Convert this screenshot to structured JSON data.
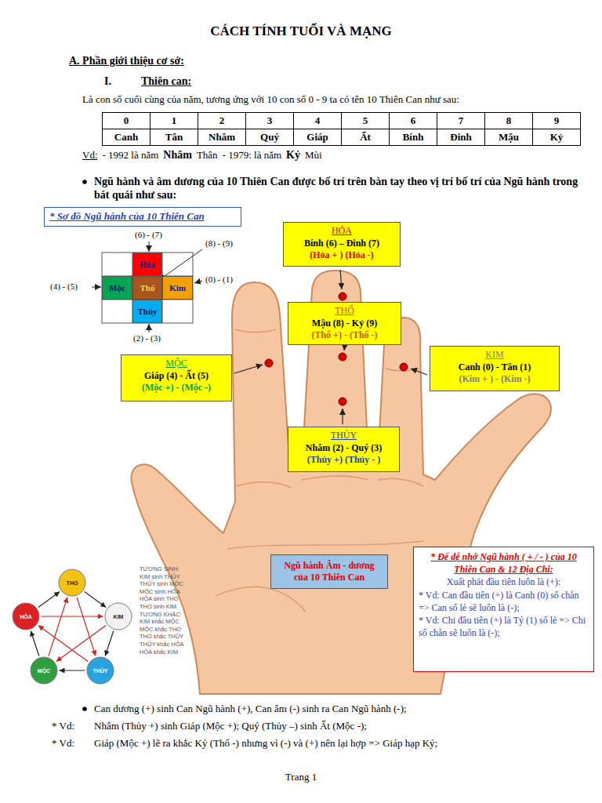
{
  "diagram": {
    "title": "CÁCH TÍNH TUỔI VÀ MẠNG",
    "nodes": [
      {
        "text": [
          "* Sơ đồ Ngũ hành của 10 Thiên Can"
        ]
      },
      {
        "text": [
          "Hỏa"
        ]
      },
      {
        "text": [
          "Mộc"
        ]
      },
      {
        "text": [
          "Thổ"
        ]
      },
      {
        "text": [
          "Kim"
        ]
      },
      {
        "text": [
          "Thủy"
        ]
      },
      {
        "text": [
          "HỎA",
          "Bính (6) – Đinh (7)",
          "(Hỏa + ) (Hỏa -)"
        ]
      },
      {
        "text": [
          "THỔ",
          "Mậu (8) - Kỷ (9)",
          "(Thổ +) - (Thổ -)"
        ]
      },
      {
        "text": [
          "MỘC",
          "Giáp (4) - Ất (5)",
          "(Mộc +) - (Mộc -)"
        ]
      },
      {
        "text": [
          "KIM",
          "Canh (0) - Tân (1)",
          "(Kim + ) - (Kim -)"
        ]
      },
      {
        "text": [
          "THỦY",
          "Nhâm (2) - Quý (3)",
          "(Thủy +) (Thủy - )"
        ]
      },
      {
        "text": [
          "Ngũ hành Âm - dương của 10 Thiên Can"
        ]
      },
      {
        "text": [
          "* Để dễ nhớ Ngũ hành ( + / - ) của 10 Thiên Can & 12 Địa Chi:",
          "Xuất phát đầu tiên luôn là (+):",
          "* Vd: Can đầu tiên (+) là Canh (0) số chẵn => Can số lẻ sẽ luôn là (-);",
          "* Vd: Chi đầu tiên (+) là Tý (1) số lẻ => Chi số chẵn sẽ luôn là (-);"
        ]
      },
      {
        "text": [
          "THỔ"
        ]
      },
      {
        "text": [
          "HỎA"
        ]
      },
      {
        "text": [
          "KIM"
        ]
      },
      {
        "text": [
          "MỘC"
        ]
      },
      {
        "text": [
          "THỦY"
        ]
      }
    ],
    "edges": [
      {
        "from": 15,
        "to": 17,
        "arrow": "to"
      },
      {
        "from": 17,
        "to": 16,
        "arrow": "to"
      },
      {
        "from": 16,
        "to": 14,
        "arrow": "to"
      },
      {
        "from": 14,
        "to": 13,
        "arrow": "to"
      },
      {
        "from": 13,
        "to": 15,
        "arrow": "to"
      },
      {
        "from": 15,
        "to": 16,
        "arrow": "to"
      },
      {
        "from": 16,
        "to": 13,
        "arrow": "to"
      },
      {
        "from": 13,
        "to": 17,
        "arrow": "to"
      },
      {
        "from": 17,
        "to": 14,
        "arrow": "to"
      },
      {
        "from": 14,
        "to": 15,
        "arrow": "to"
      }
    ],
    "labels": [
      "A. Phần giới thiệu cơ sở:",
      "I.",
      "Thiên can:",
      "Là con số cuối cùng của năm, tương ứng với 10 con số 0 - 9 ta có tên 10 Thiên Can như sau:",
      "0",
      "1",
      "2",
      "3",
      "4",
      "5",
      "6",
      "7",
      "8",
      "9",
      "Canh",
      "Tân",
      "Nhâm",
      "Quý",
      "Giáp",
      "Ất",
      "Bính",
      "Đinh",
      "Mậu",
      "Kỷ",
      "Vd:",
      "- 1992 là năm",
      "Nhâm",
      "Thân",
      "- 1979: là năm",
      "Kỷ",
      "Mùi",
      "Ngũ hành và âm dương của 10 Thiên Can được bố trí trên bàn tay theo vị trí bố trí của Ngũ hành trong bát quái như sau:",
      "(6) - (7)",
      "(8) - (9)",
      "(4) - (5)",
      "(0) - (1)",
      "(2) - (3)",
      "TƯƠNG SINH:",
      "KIM sinh THỦY",
      "THỦY sinh MỘC",
      "MỘC sinh HỎA",
      "HỎA sinh THỔ",
      "THỔ sinh KIM",
      "TƯƠNG KHẮC:",
      "KIM khắc MỘC",
      "MỘC khắc THỔ",
      "THỔ khắc THỦY",
      "THỦY khắc HỎA",
      "HỎA khắc KIM",
      "Can dương (+) sinh Can Ngũ hành (+), Can âm (-) sinh ra Can Ngũ hành (-);",
      "* Vd:",
      "Nhâm (Thủy +) sinh Giáp (Mộc +); Quý (Thủy –) sinh Ất (Mộc -);",
      "* Vd:",
      "Giáp (Mộc +) lẽ ra khắc Kỷ (Thổ -) nhưng vì (-) và (+) nên lại hợp => Giáp hạp Kỷ;",
      "Trang 1"
    ]
  }
}
